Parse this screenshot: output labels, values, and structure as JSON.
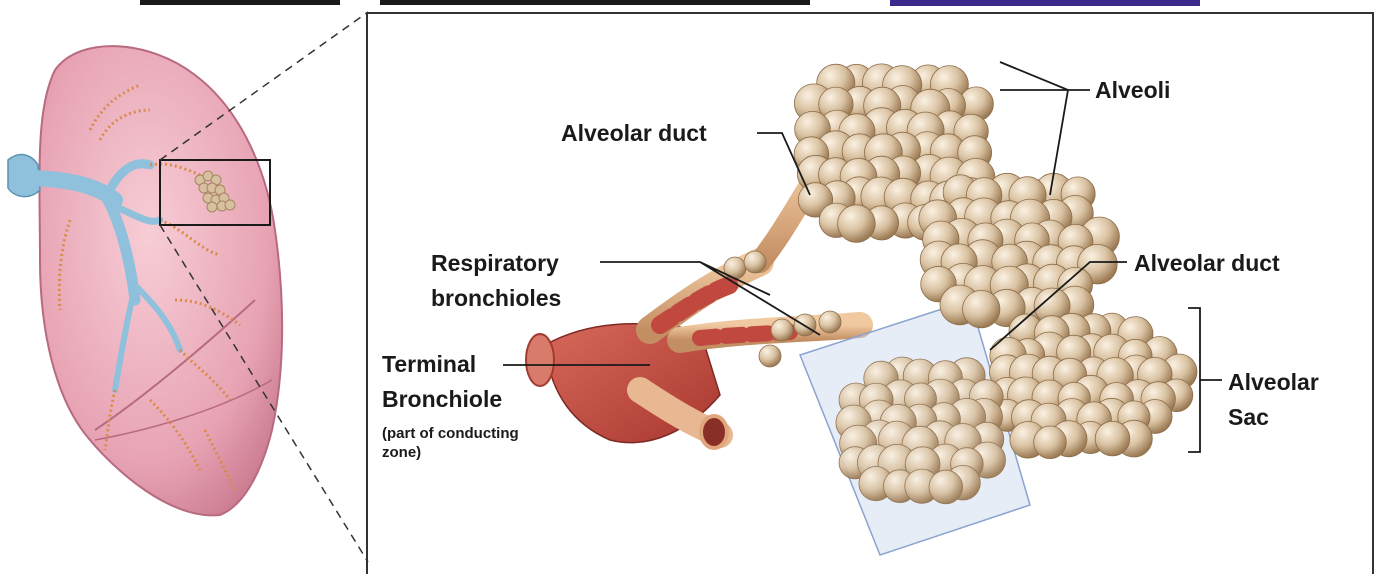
{
  "labels": {
    "alveoli": "Alveoli",
    "alveolar_duct_top": "Alveolar duct",
    "alveolar_duct_right": "Alveolar duct",
    "respiratory_line1": "Respiratory",
    "respiratory_line2": "bronchioles",
    "terminal_line1": "Terminal",
    "terminal_line2": "Bronchiole",
    "terminal_note_line1": "(part of conducting",
    "terminal_note_line2": "zone)",
    "alveolar_sac_line1": "Alveolar",
    "alveolar_sac_line2": "Sac"
  },
  "colors": {
    "lung_pink": "#e7a3b4",
    "bronchi_blue": "#8fc1dc",
    "muscle_red": "#c0483f",
    "alveoli_tan": "#d7bf9f",
    "title_purple": "#3b2a8c"
  }
}
